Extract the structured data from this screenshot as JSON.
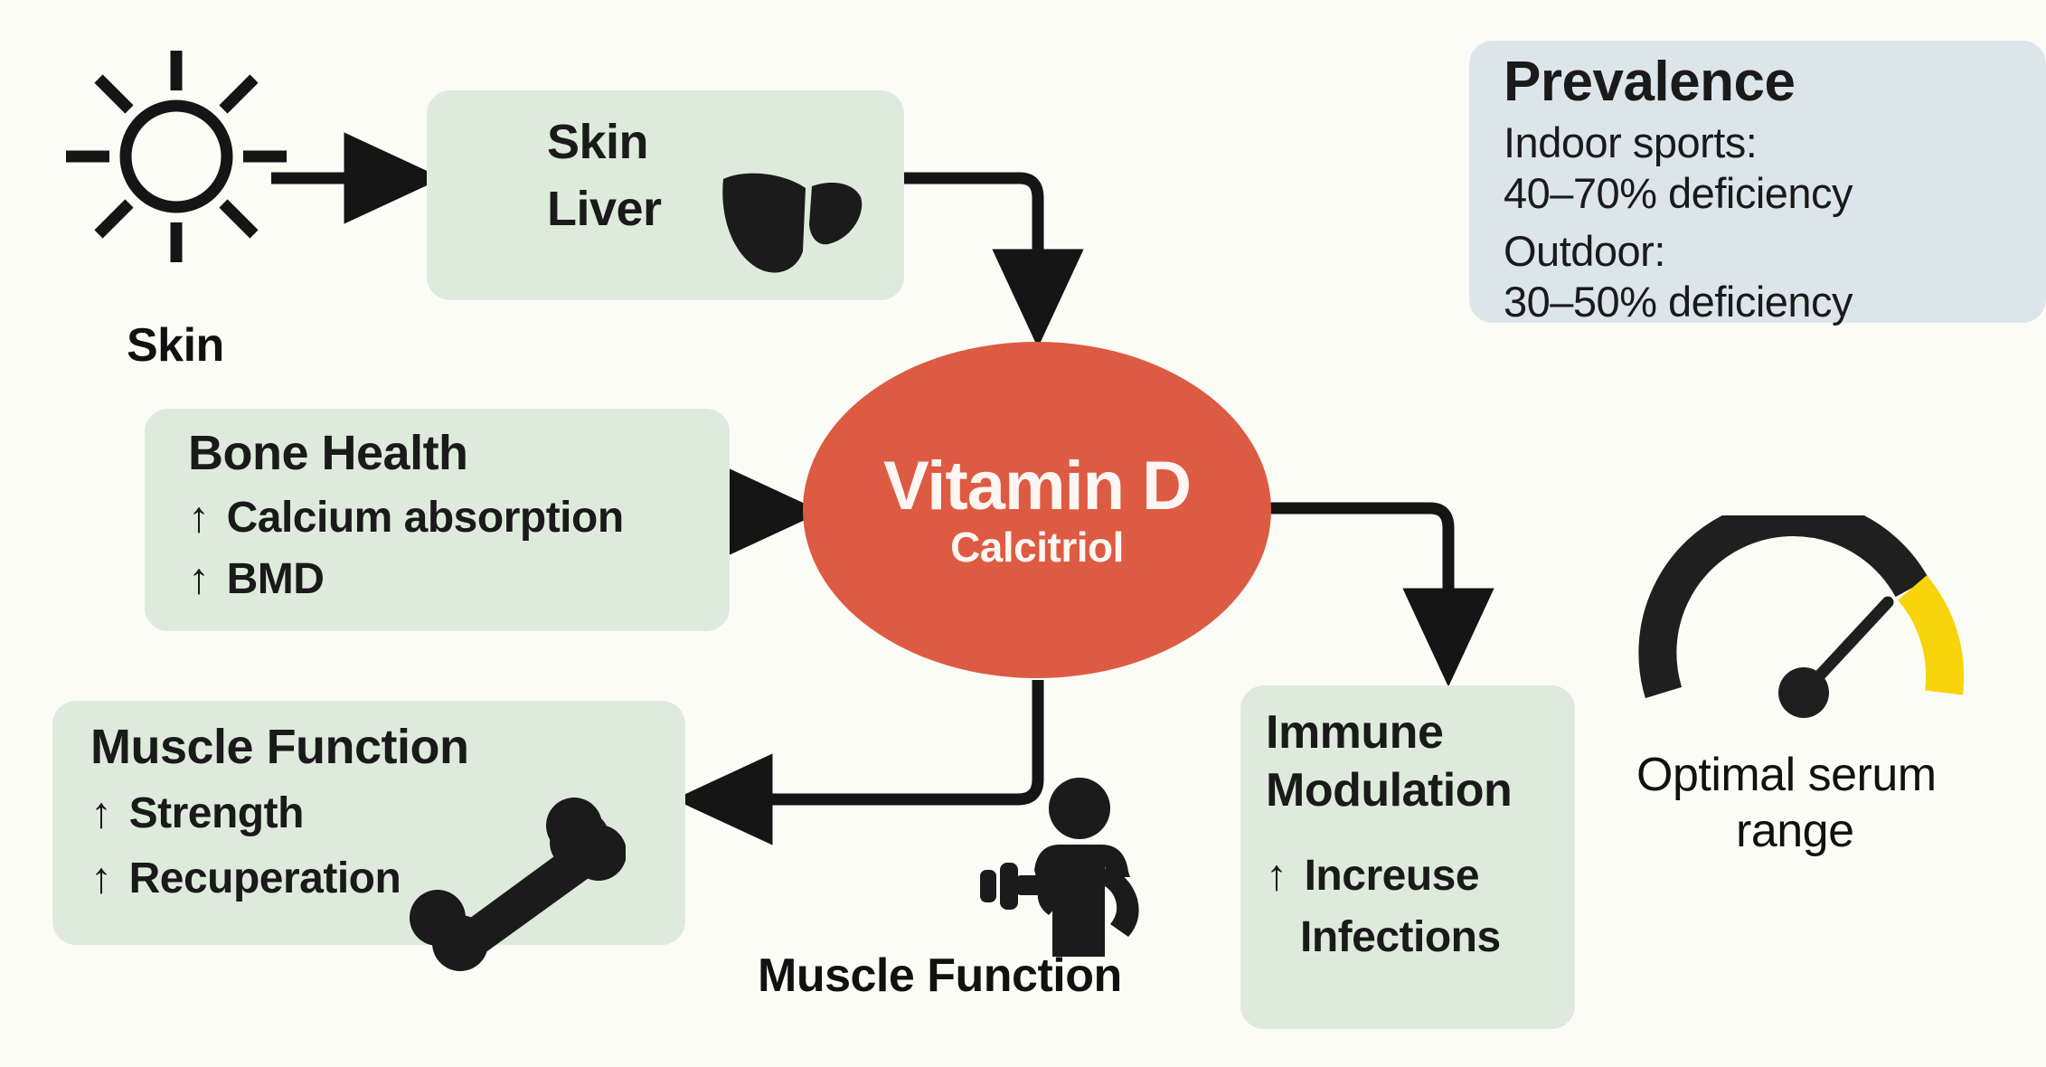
{
  "meta": {
    "background_color": "#FCFCF7",
    "card_green": "#DEEBDC",
    "card_blue": "#DCE5EA",
    "accent_red": "#DD5B42",
    "gauge_yellow": "#F7D40B",
    "ink": "#1A1A1A"
  },
  "sun": {
    "caption": "Skin"
  },
  "skin_liver": {
    "line1": "Skin",
    "line2": "Liver",
    "icon": "liver-icon"
  },
  "bone_health": {
    "title": "Bone Health",
    "items": [
      {
        "arrow": "↑",
        "text": "Calcium absorption"
      },
      {
        "arrow": "↑",
        "text": "BMD"
      }
    ]
  },
  "muscle_function_card": {
    "title": "Muscle Function",
    "items": [
      {
        "arrow": "↑",
        "text": "Strength"
      },
      {
        "arrow": "↑",
        "text": "Recuperation"
      }
    ],
    "icon": "bone-icon"
  },
  "vitamin_d": {
    "name": "Vitamin D",
    "subtitle": "Calcitriol"
  },
  "immune": {
    "title_line1": "Immune",
    "title_line2": "Modulation",
    "items": [
      {
        "arrow": "↑",
        "text": "Increuse"
      },
      {
        "arrow": "",
        "text": "Infections"
      }
    ]
  },
  "muscle_icon_caption": {
    "label": "Muscle Function",
    "icon": "person-dumbbell-icon"
  },
  "prevalence": {
    "title": "Prevalence",
    "rows": [
      {
        "label": "Indoor sports:",
        "value": "40–70% deficiency"
      },
      {
        "label": "Outdoor:",
        "value": "30–50% deficiency"
      }
    ]
  },
  "gauge": {
    "caption_line1": "Optimal serum",
    "caption_line2": "range",
    "track_color": "#1F1F1F",
    "optimal_color": "#F7D40B",
    "needle_angle_deg": 45
  },
  "chart_data": {
    "type": "diagram",
    "title": "Vitamin D pathway and effects",
    "center_node": "Vitamin D (Calcitriol)",
    "nodes": [
      {
        "id": "sun",
        "label": "Skin",
        "kind": "icon-label"
      },
      {
        "id": "skin-liver",
        "label": "Skin / Liver",
        "kind": "card"
      },
      {
        "id": "bone-health",
        "label": "Bone Health",
        "kind": "card"
      },
      {
        "id": "muscle-function",
        "label": "Muscle Function",
        "kind": "card"
      },
      {
        "id": "immune",
        "label": "Immune Modulation",
        "kind": "card"
      },
      {
        "id": "vitamin-d",
        "label": "Vitamin D / Calcitriol",
        "kind": "ellipse"
      }
    ],
    "edges": [
      {
        "from": "sun",
        "to": "skin-liver"
      },
      {
        "from": "skin-liver",
        "to": "vitamin-d"
      },
      {
        "from": "bone-health",
        "to": "vitamin-d"
      },
      {
        "from": "vitamin-d",
        "to": "immune"
      },
      {
        "from": "vitamin-d",
        "to": "muscle-function"
      }
    ],
    "side_panels": [
      {
        "id": "prevalence",
        "title": "Prevalence",
        "values": [
          {
            "group": "Indoor sports",
            "deficiency_pct_range": [
              40,
              70
            ]
          },
          {
            "group": "Outdoor",
            "deficiency_pct_range": [
              30,
              50
            ]
          }
        ]
      },
      {
        "id": "gauge",
        "title": "Optimal serum range",
        "needle_position_pct": 75
      }
    ]
  }
}
